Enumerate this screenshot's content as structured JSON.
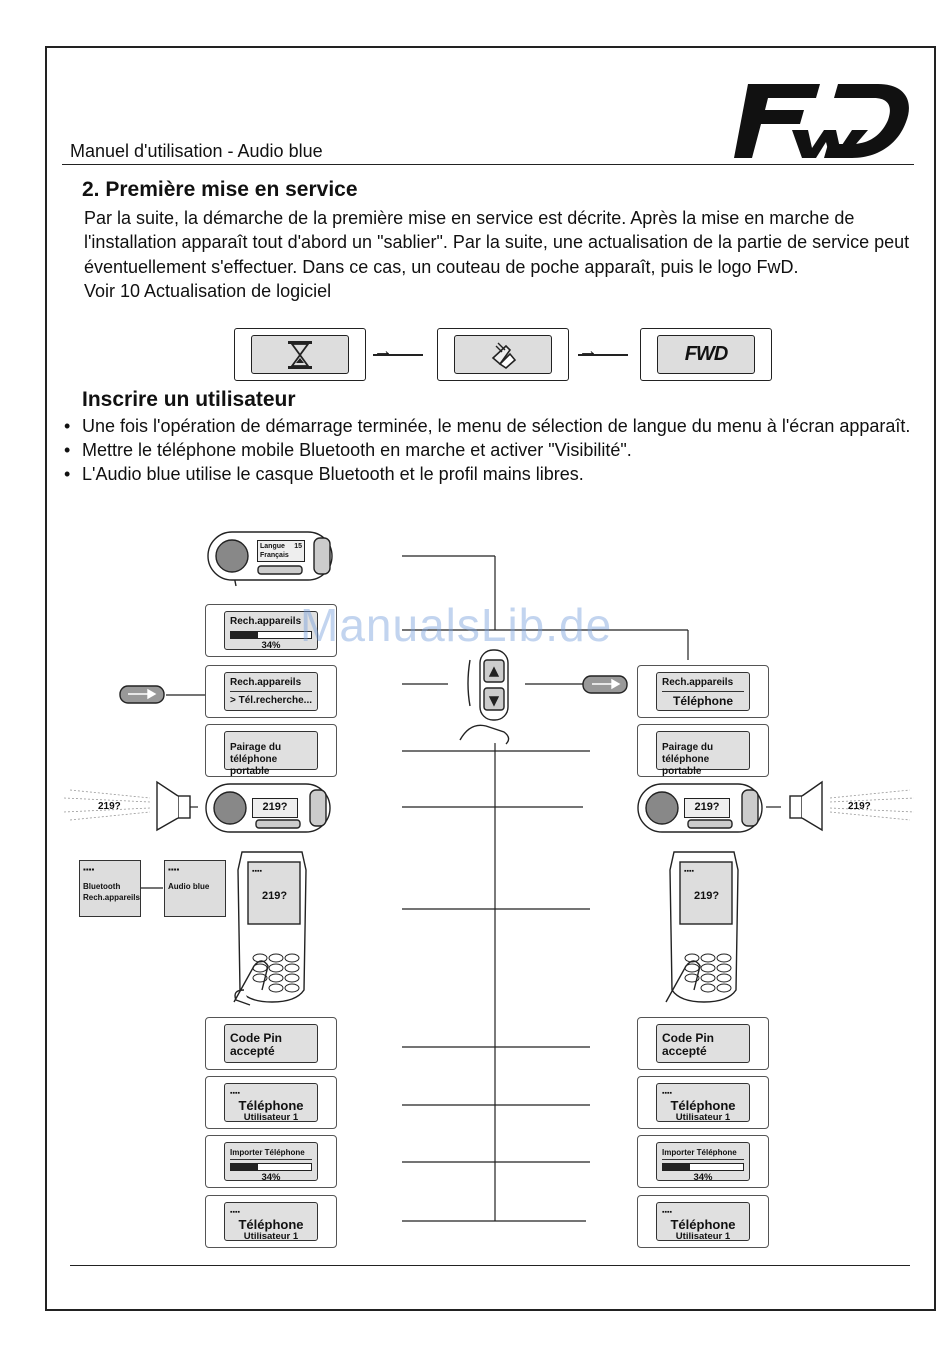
{
  "header": {
    "manual_title": "Manuel d'utilisation -  Audio  blue",
    "logo_text": "FWD"
  },
  "section": {
    "title": "2.   Première mise en service",
    "paragraph": "Par la suite, la démarche de la première mise en service est décrite. Après la mise en marche de l'installation apparaît tout d'abord un \"sablier\". Par la suite, une actualisation de la partie de service peut éventuellement s'effectuer. Dans ce cas, un couteau de poche apparaît, puis le logo FwD.",
    "see_also": "Voir 10 Actualisation de logiciel"
  },
  "startup_flow": {
    "steps": [
      "hourglass-icon",
      "pocket-knife-icon",
      "fwd-logo"
    ],
    "arrow": "→",
    "logo_text": "FWD"
  },
  "register": {
    "title": "Inscrire un utilisateur",
    "bullets": [
      "Une fois l'opération de démarrage terminée, le menu de sélection de langue du menu à l'écran apparaît.",
      "Mettre le téléphone mobile Bluetooth en marche et activer \"Visibilité\".",
      "L'Audio blue utilise le casque Bluetooth et le profil mains libres."
    ]
  },
  "diagram": {
    "device_lang_title": "Langue",
    "device_lang_num": "15",
    "device_lang_value": "Français",
    "search_title": "Rech.appareils",
    "search_percent": "34%",
    "search_progress": 0.34,
    "tel_search": "Tél.recherche...",
    "tel_label": "Téléphone",
    "pairing_line1": "Pairage du",
    "pairing_line2": "téléphone portable",
    "pin_prompt": "219?",
    "phone_menu_bluetooth": "Bluetooth",
    "phone_menu_rech": "Rech.appareils",
    "phone_menu_audio": "Audio blue",
    "pin_ok_line1": "Code Pin",
    "pin_ok_line2": "accepté",
    "user_title": "Téléphone",
    "user_sub": "Utilisateur 1",
    "import_title": "Importer Téléphone",
    "import_percent": "34%",
    "import_progress": 0.34,
    "signal_icon": "▪▪▪▪"
  },
  "watermark": "ManualsLib.de"
}
